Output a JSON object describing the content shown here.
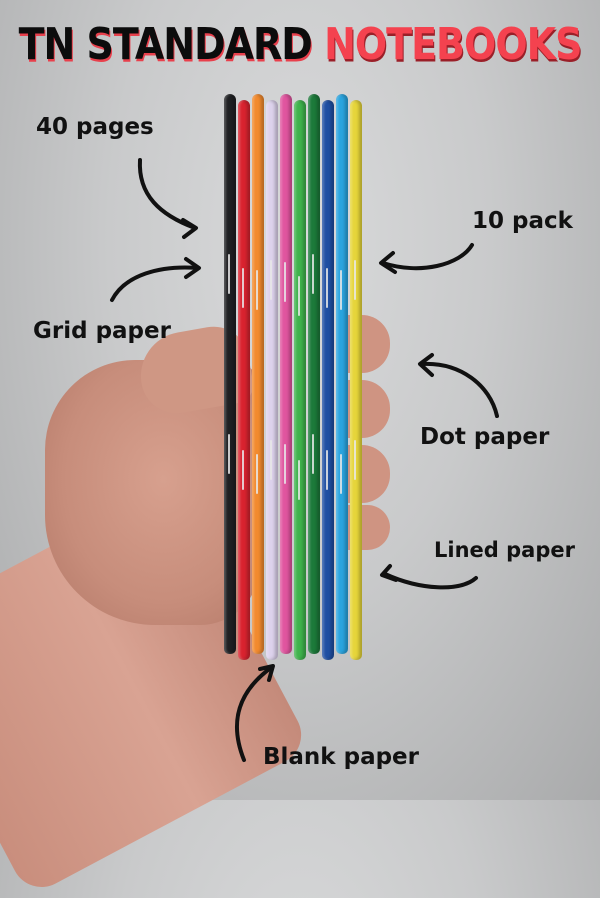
{
  "title": {
    "part1": "TN STANDARD ",
    "part2": "NOTEBOOKS",
    "part1_color": "#0c0c0c",
    "part2_color": "#f4424f"
  },
  "labels": {
    "pages": "40 pages",
    "grid": "Grid paper",
    "pack": "10 pack",
    "dot": "Dot paper",
    "lined": "Lined paper",
    "blank": "Blank paper"
  },
  "notebook_colors": [
    "#1f2023",
    "#d9232f",
    "#f28a2e",
    "#ddd2ec",
    "#e0559f",
    "#3fb34c",
    "#1c7a3a",
    "#1f4fa3",
    "#2aa4df",
    "#e6d53a"
  ]
}
